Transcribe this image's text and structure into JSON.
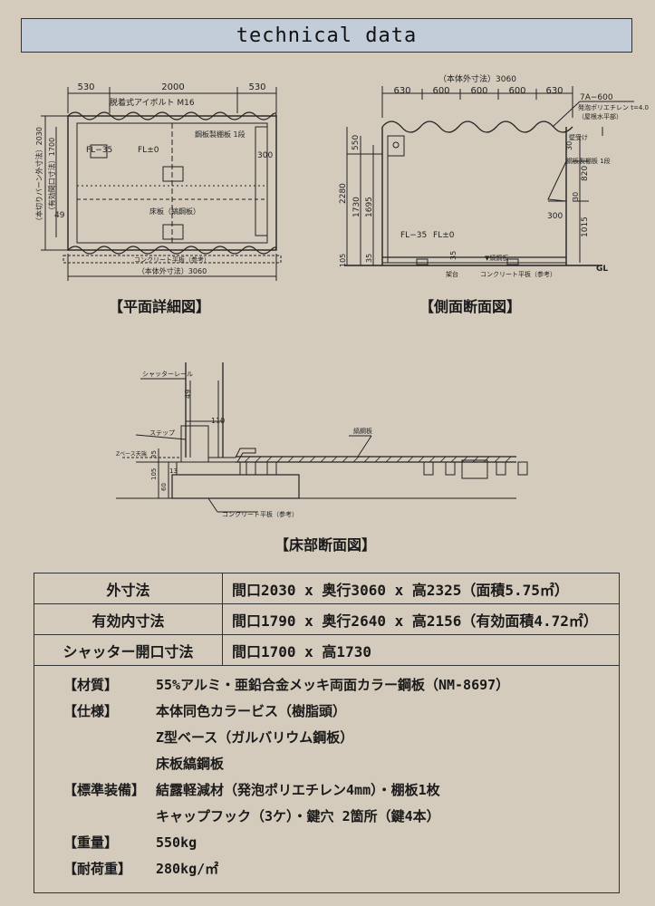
{
  "header": {
    "title": "technical data"
  },
  "plan": {
    "caption": "【平面詳細図】",
    "dims_top": [
      "530",
      "2000",
      "530"
    ],
    "bolt": "脱着式アイボルト M16",
    "shelf": "鋼板製棚板 1段",
    "dim_300": "300",
    "fl_minus": "FL−35",
    "fl_zero": "FL±0",
    "floor": "床板（縞鋼板）",
    "dim_49": "49",
    "outer_width": "（本切りバーン外寸法）2030",
    "inner_width": "（有効間口寸法）1700",
    "concrete": "コンクリート平板（参考）",
    "bottom_dim": "（本体外寸法）3060"
  },
  "side": {
    "caption": "【側面断面図】",
    "top_dim": "（本体外寸法）3060",
    "dims_top": [
      "630",
      "600",
      "600",
      "600",
      "630"
    ],
    "roof_spec": "7A−600",
    "roof_spec2": "発泡ポリエチレン t=4.0",
    "roof_spec3": "（屋根水平部）",
    "wall": "壁受け",
    "shelf": "鋼板製棚板 1段",
    "dim_30a": "30",
    "dim_820": "820",
    "dim_30b": "30",
    "dim_300": "300",
    "dim_1015": "1015",
    "dim_550": "550",
    "dim_2280": "2280",
    "dim_1730": "1730",
    "dim_1695": "1695",
    "dim_105": "105",
    "dim_35": "35",
    "dim_35b": "35",
    "fl_minus": "FL−35",
    "fl_zero": "FL±0",
    "floor": "▼縞鋼板",
    "base": "架台",
    "concrete": "コンクリート平板（参考）",
    "gl": "GL"
  },
  "floor_section": {
    "caption": "【床部断面図】",
    "rail": "シャッターレール",
    "dim_49": "49",
    "dim_110": "110",
    "step": "ステップ",
    "base": "Zベース天端",
    "plate": "縞鋼板",
    "dim_35": "35",
    "dim_105": "105",
    "dim_60": "60",
    "dim_13": "13",
    "concrete": "コンクリート平板（参考）"
  },
  "spec_table": [
    {
      "label": "外寸法",
      "value": "間口2030 x 奥行3060 x 高2325（面積5.75㎡）"
    },
    {
      "label": "有効内寸法",
      "value": "間口1790 x 奥行2640 x 高2156（有効面積4.72㎡）"
    },
    {
      "label": "シャッター開口寸法",
      "value": "間口1700 x 高1730"
    }
  ],
  "details": [
    {
      "key": "【材質】",
      "value": "55%アルミ・亜鉛合金メッキ両面カラー鋼板（NM-8697）"
    },
    {
      "key": "【仕様】",
      "value": "本体同色カラービス（樹脂頭）"
    },
    {
      "key": "",
      "value": "Z型ベース（ガルバリウム鋼板）"
    },
    {
      "key": "",
      "value": "床板縞鋼板"
    },
    {
      "key": "【標準装備】",
      "value": "結露軽減材（発泡ポリエチレン4mm）・棚板1枚"
    },
    {
      "key": "",
      "value": "キャップフック（3ケ）・鍵穴 2箇所（鍵4本）"
    },
    {
      "key": "【重量】",
      "value": "550kg"
    },
    {
      "key": "【耐荷重】",
      "value": "280kg/㎡"
    }
  ]
}
